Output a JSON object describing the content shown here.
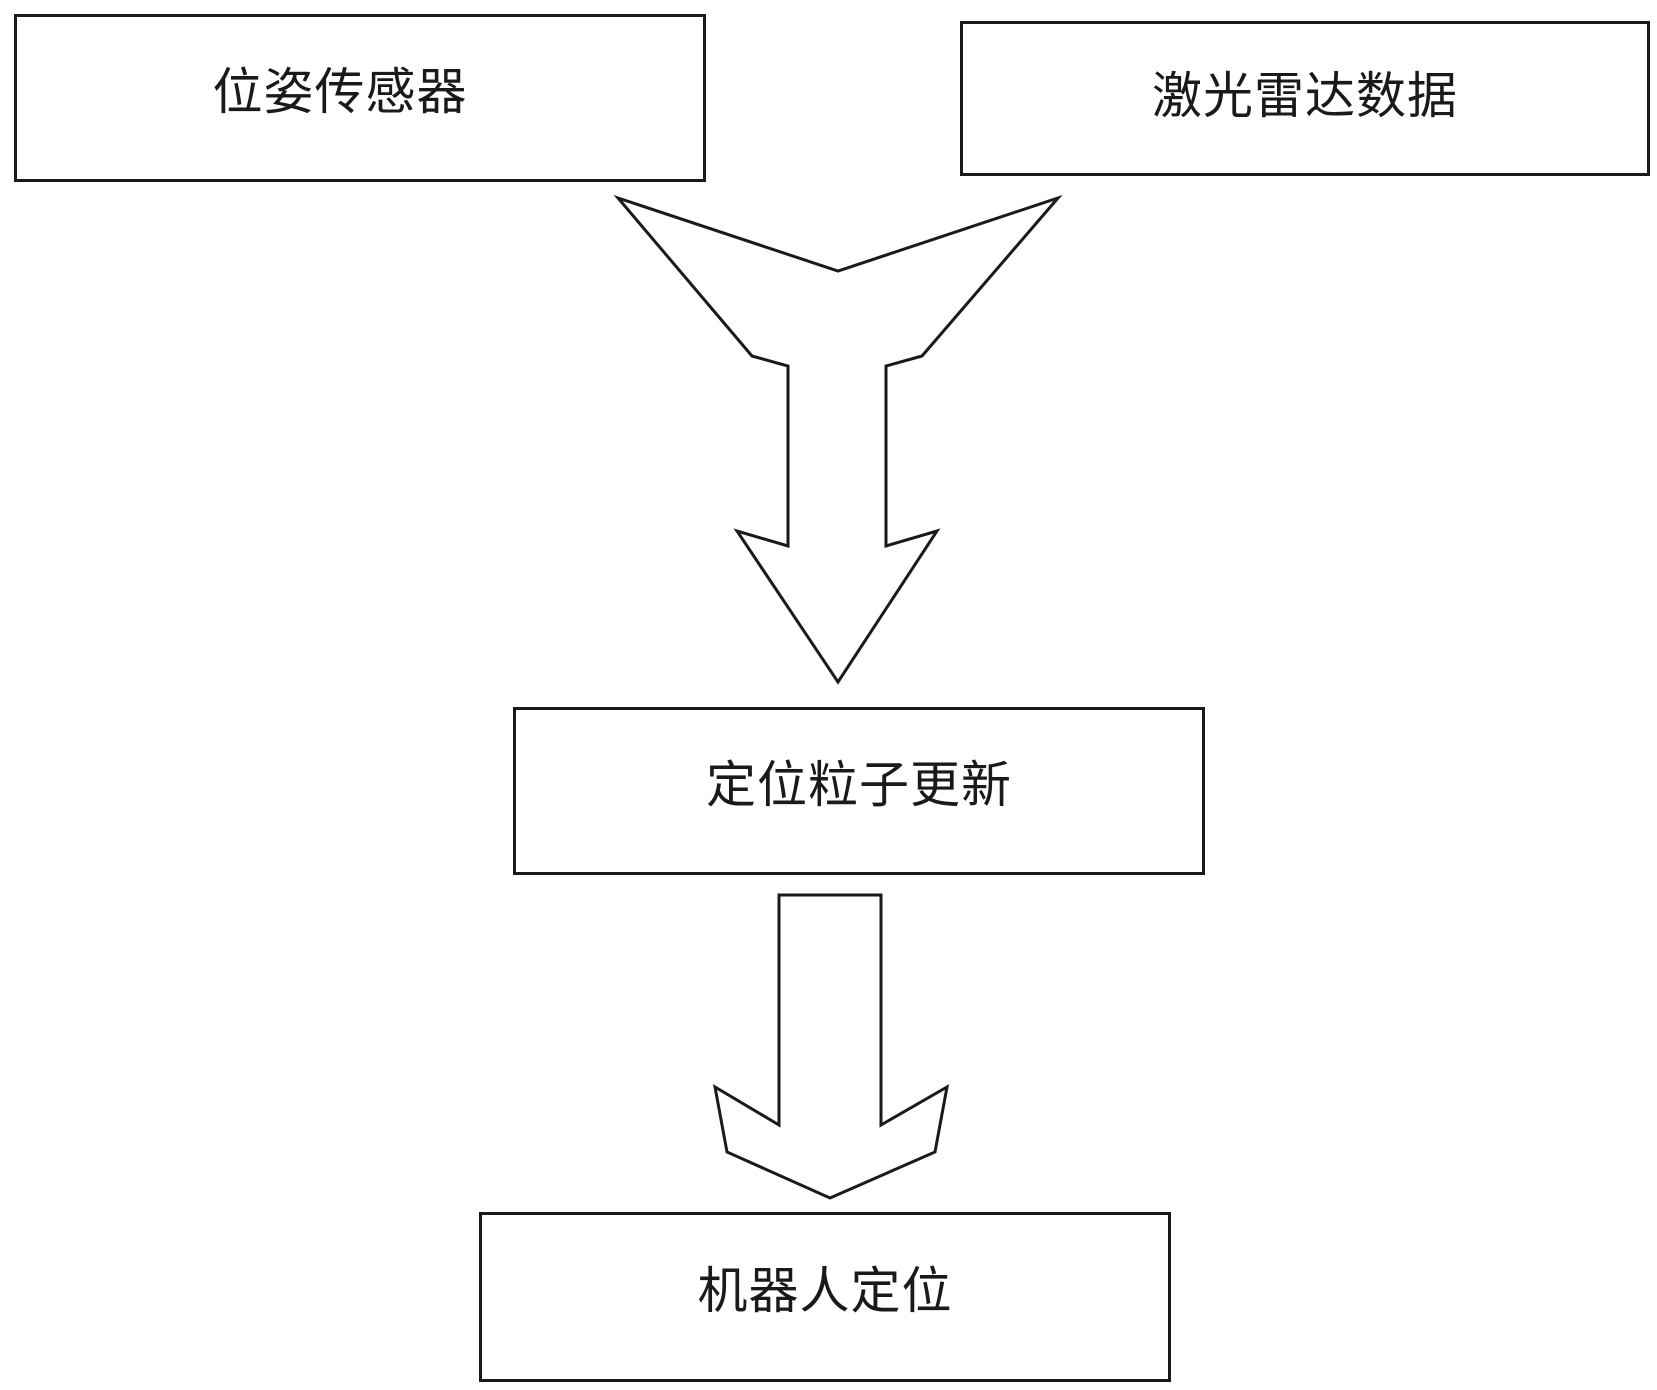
{
  "nodes": {
    "pose_sensor": "位姿传感器",
    "lidar_data": "激光雷达数据",
    "particle_update": "定位粒子更新",
    "robot_localization": "机器人定位"
  },
  "edges": [
    {
      "from": [
        "pose_sensor",
        "lidar_data"
      ],
      "to": "particle_update",
      "style": "merge-arrow"
    },
    {
      "from": [
        "particle_update"
      ],
      "to": "robot_localization",
      "style": "block-arrow"
    }
  ],
  "colors": {
    "stroke": "#1a1a1a",
    "fill": "#ffffff"
  }
}
